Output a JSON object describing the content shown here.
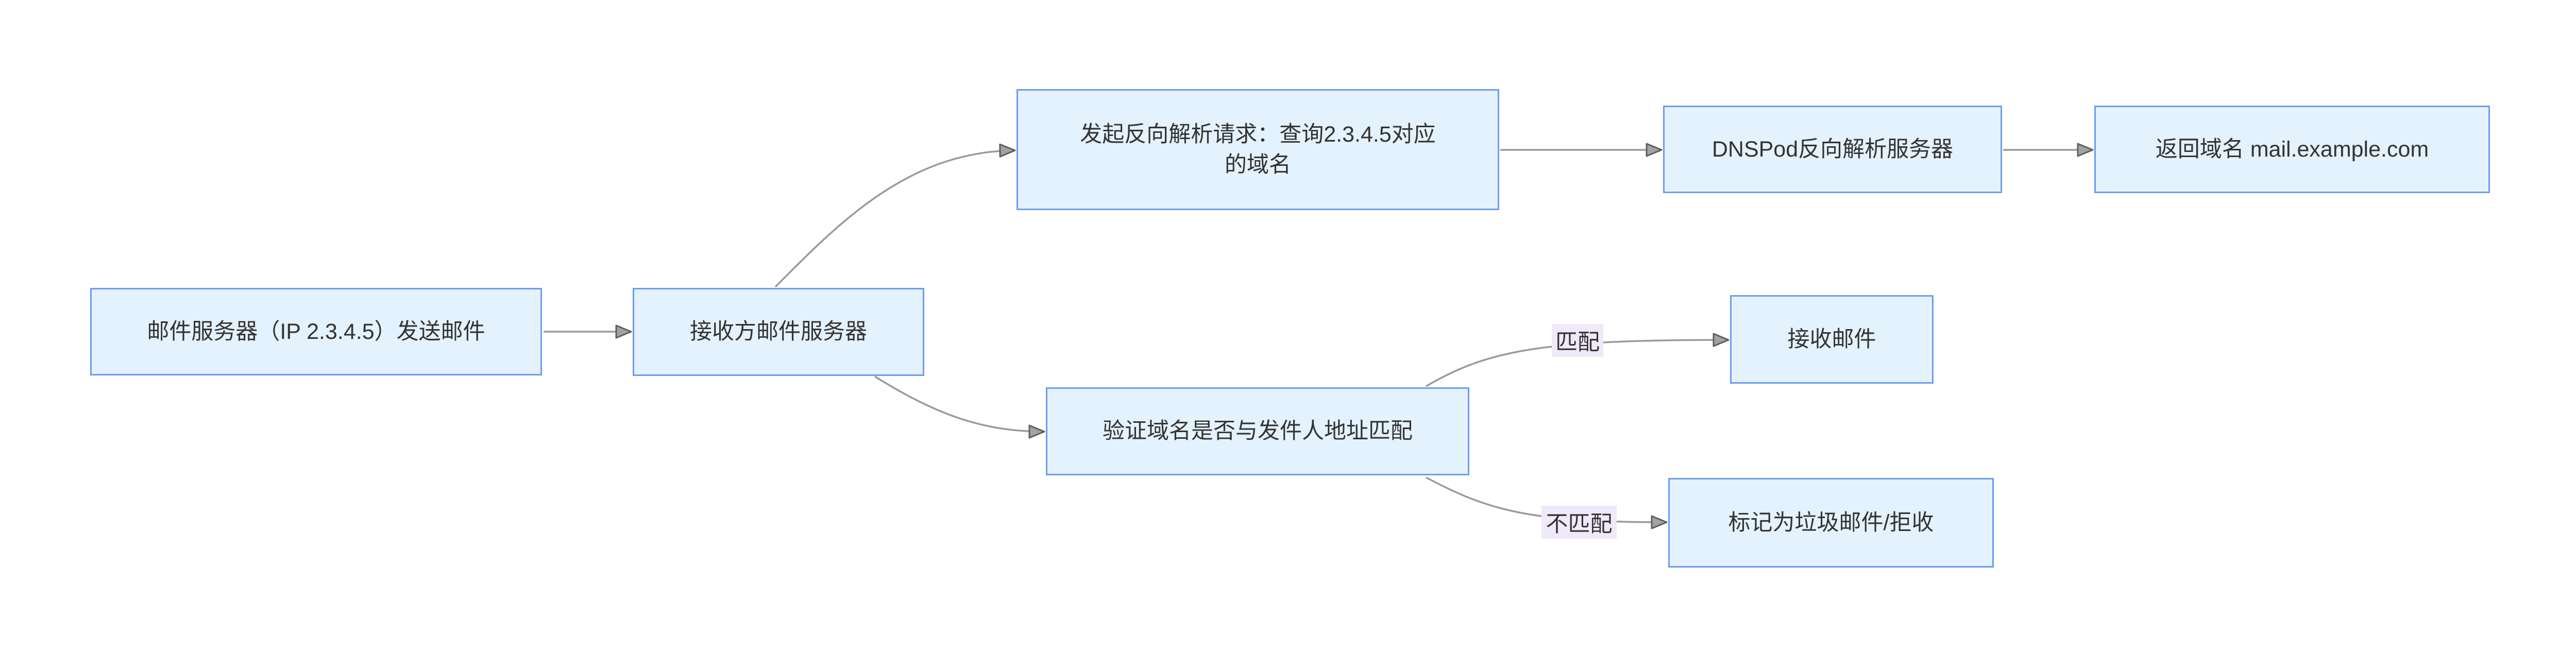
{
  "diagram": {
    "type": "flowchart",
    "direction": "left-to-right",
    "background_color": "#FFFFFF",
    "node_fill_color": "#E4F2FD",
    "node_border_color": "#6D9CF1",
    "node_text_color": "#333333",
    "edge_color": "#9A9A9A",
    "arrowhead_fill_color": "#A2A2A2",
    "arrowhead_stroke_color": "#5F5F5F",
    "edge_label_background_color": "#EFE9F9",
    "nodes": {
      "mail_server": {
        "label": "邮件服务器（IP 2.3.4.5）发送邮件"
      },
      "receiver": {
        "label": "接收方邮件服务器"
      },
      "reverse_request": {
        "label": "发起反向解析请求：查询2.3.4.5对应\n的域名"
      },
      "dnspod": {
        "label": "DNSPod反向解析服务器"
      },
      "return_domain": {
        "label": "返回域名 mail.example.com"
      },
      "verify": {
        "label": "验证域名是否与发件人地址匹配"
      },
      "accept": {
        "label": "接收邮件"
      },
      "spam": {
        "label": "标记为垃圾邮件/拒收"
      }
    },
    "edges": [
      {
        "from": "mail_server",
        "to": "receiver",
        "label": ""
      },
      {
        "from": "receiver",
        "to": "reverse_request",
        "label": ""
      },
      {
        "from": "reverse_request",
        "to": "dnspod",
        "label": ""
      },
      {
        "from": "dnspod",
        "to": "return_domain",
        "label": ""
      },
      {
        "from": "receiver",
        "to": "verify",
        "label": ""
      },
      {
        "from": "verify",
        "to": "accept",
        "label": "匹配"
      },
      {
        "from": "verify",
        "to": "spam",
        "label": "不匹配"
      }
    ]
  }
}
